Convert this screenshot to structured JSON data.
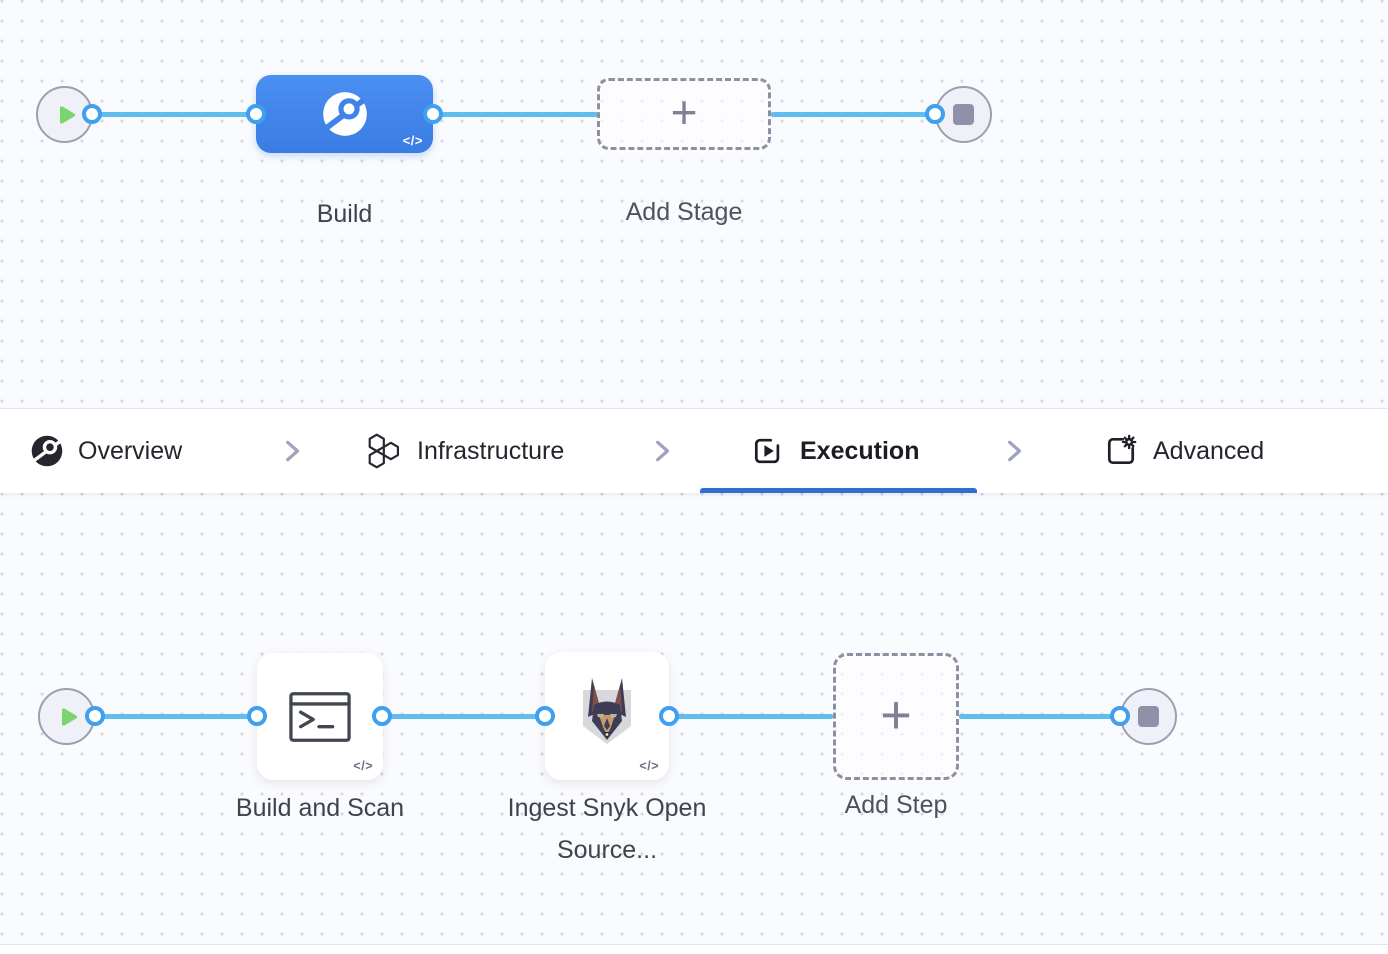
{
  "icons": {
    "plus_glyph": "+",
    "code_glyph": "</>"
  },
  "stage_canvas": {
    "build_stage_label": "Build",
    "add_stage_label": "Add Stage"
  },
  "tabs": {
    "items": [
      {
        "label": "Overview",
        "icon": "ci-build-icon",
        "active": false
      },
      {
        "label": "Infrastructure",
        "icon": "hexagons-icon",
        "active": false
      },
      {
        "label": "Execution",
        "icon": "play-square-icon",
        "active": true
      },
      {
        "label": "Advanced",
        "icon": "square-gear-icon",
        "active": false
      }
    ],
    "active_tab": "Execution"
  },
  "execution_canvas": {
    "steps": [
      {
        "label": "Build and Scan",
        "icon": "terminal-icon"
      },
      {
        "label": "Ingest Snyk Open Source...",
        "icon": "snyk-doberman-icon"
      }
    ],
    "add_step_label": "Add Step"
  },
  "colors": {
    "accent_blue": "#3b7ce3",
    "connector_blue": "#5fbeee",
    "port_ring_blue": "#3ea0ef",
    "tab_underline_blue": "#2e6fd4",
    "play_green": "#7cd46f",
    "canvas_bg": "#fafbfe",
    "dot_grid": "#d7d9e0"
  }
}
